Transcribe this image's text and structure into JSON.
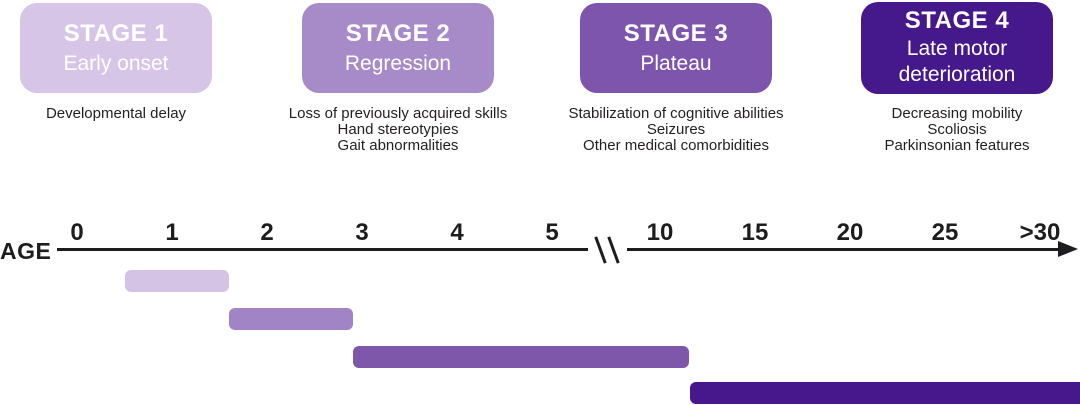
{
  "colors": {
    "stage1": "#d6c5e6",
    "stage2": "#a78ac8",
    "stage3": "#7d55ad",
    "stage4": "#45188c",
    "bar1": "#d5c3e5",
    "bar2": "#a184c5",
    "bar3": "#7e57ab",
    "bar4": "#47188c",
    "axis": "#1d1d1f",
    "text": "#231f20"
  },
  "stages": [
    {
      "title": "STAGE 1",
      "subtitle": "Early onset",
      "color": "#d6c5e6",
      "bar_color": "#d5c3e5",
      "features": [
        "Developmental delay"
      ],
      "bar": {
        "start_age": 0.5,
        "end_age": 1.6
      }
    },
    {
      "title": "STAGE 2",
      "subtitle": "Regression",
      "color": "#a78ac8",
      "bar_color": "#a184c5",
      "features": [
        "Loss of previously acquired skills",
        "Hand stereotypies",
        "Gait abnormalities"
      ],
      "bar": {
        "start_age": 1.6,
        "end_age": 2.9
      }
    },
    {
      "title": "STAGE 3",
      "subtitle": "Plateau",
      "color": "#7d55ad",
      "bar_color": "#7e57ab",
      "features": [
        "Stabilization of cognitive abilities",
        "Seizures",
        "Other medical comorbidities"
      ],
      "bar": {
        "start_age": 2.9,
        "end_age": 11.5
      }
    },
    {
      "title": "STAGE 4",
      "subtitle": "Late motor deterioration",
      "color": "#45188c",
      "bar_color": "#47188c",
      "features": [
        "Decreasing mobility",
        "Scoliosis",
        "Parkinsonian features"
      ],
      "bar": {
        "start_age": 11.6,
        "end_age": null
      }
    }
  ],
  "axis": {
    "label": "AGE",
    "ticks": [
      {
        "label": "0",
        "age": 0
      },
      {
        "label": "1",
        "age": 1
      },
      {
        "label": "2",
        "age": 2
      },
      {
        "label": "3",
        "age": 3
      },
      {
        "label": "4",
        "age": 4
      },
      {
        "label": "5",
        "age": 5
      },
      {
        "label": "10",
        "age": 10
      },
      {
        "label": "15",
        "age": 15
      },
      {
        "label": "20",
        "age": 20
      },
      {
        "label": "25",
        "age": 25
      },
      {
        "label": ">30",
        "age": 30
      }
    ],
    "break_between": [
      "5",
      "10"
    ]
  }
}
